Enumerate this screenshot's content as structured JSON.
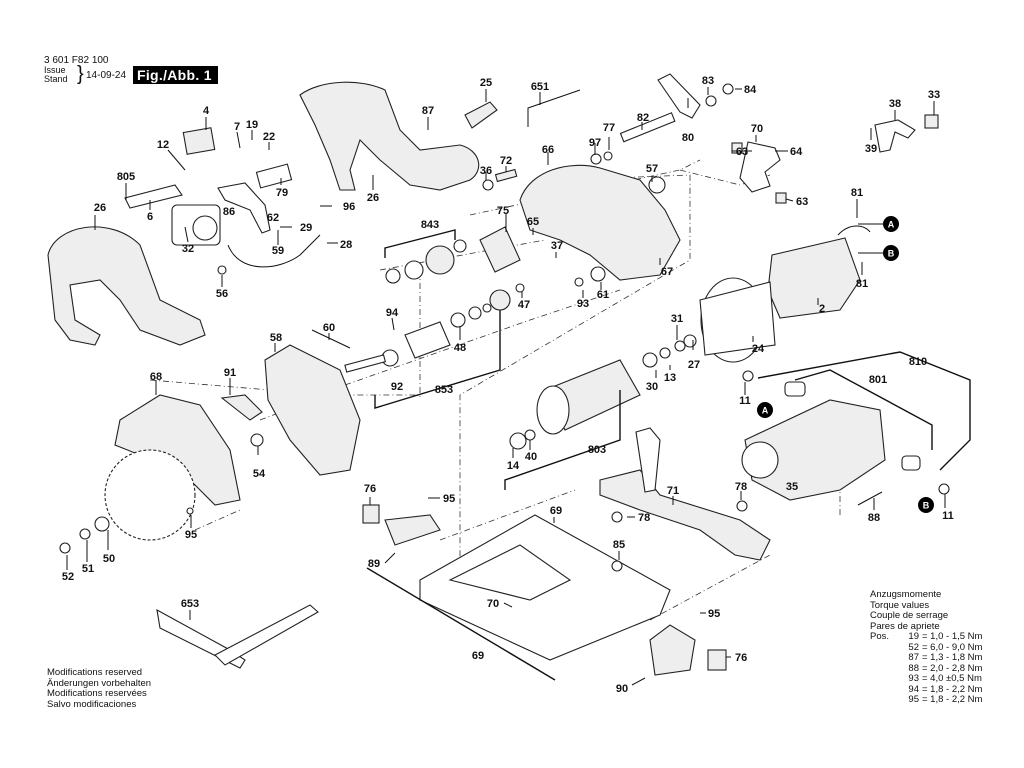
{
  "header": {
    "doc_number": "3 601 F82 100",
    "issue_label": "Issue",
    "stand_label": "Stand",
    "brace": "}",
    "date": "14-09-24",
    "figure_label": "Fig./Abb. 1"
  },
  "modifications_note": [
    "Modifications reserved",
    "Änderungen vorbehalten",
    "Modifications reservées",
    "Salvo modificaciones"
  ],
  "torque_table": {
    "titles": [
      "Anzugsmomente",
      "Torque values",
      "Couple de serrage",
      "Pares de apriete"
    ],
    "pos_label": "Pos.",
    "rows": [
      {
        "pos": "19",
        "value": "= 1,0 - 1,5 Nm"
      },
      {
        "pos": "52",
        "value": "= 6,0 - 9,0 Nm"
      },
      {
        "pos": "87",
        "value": "= 1,3 - 1,8 Nm"
      },
      {
        "pos": "88",
        "value": "= 2,0 - 2,8 Nm"
      },
      {
        "pos": "93",
        "value": "= 4,0 ±0,5 Nm"
      },
      {
        "pos": "94",
        "value": "= 1,8 - 2,2 Nm"
      },
      {
        "pos": "95",
        "value": "= 1,8 - 2,2 Nm"
      }
    ]
  },
  "connectors": {
    "a": "A",
    "b": "B"
  },
  "labels": {
    "p4": "4",
    "p7": "7",
    "p19": "19",
    "p22": "22",
    "p12": "12",
    "p805": "805",
    "p6": "6",
    "p79": "79",
    "p86": "86",
    "p62": "62",
    "p96": "96",
    "p29": "29",
    "p28": "28",
    "p32": "32",
    "p59": "59",
    "p56": "56",
    "p26a": "26",
    "p26b": "26",
    "p87": "87",
    "p25": "25",
    "p651": "651",
    "p36": "36",
    "p72": "72",
    "p66": "66",
    "p97": "97",
    "p77": "77",
    "p82": "82",
    "p80": "80",
    "p83": "83",
    "p84": "84",
    "p57": "57",
    "p70a": "70",
    "p63a": "63",
    "p64": "64",
    "p63b": "63",
    "p38": "38",
    "p33": "33",
    "p39": "39",
    "p81a": "81",
    "p81b": "81",
    "p843": "843",
    "p75": "75",
    "p65": "65",
    "p37": "37",
    "p67": "67",
    "p93": "93",
    "p61": "61",
    "p47": "47",
    "p94": "94",
    "p48": "48",
    "p92": "92",
    "p853": "853",
    "p58": "58",
    "p60": "60",
    "p91": "91",
    "p68": "68",
    "p54": "54",
    "p95a": "95",
    "p50": "50",
    "p51": "51",
    "p52": "52",
    "p31": "31",
    "p27": "27",
    "p24": "24",
    "p2": "2",
    "p30": "30",
    "p13": "13",
    "p803": "803",
    "p14": "14",
    "p40": "40",
    "p810": "810",
    "p801": "801",
    "p11a": "11",
    "p11b": "11",
    "p35": "35",
    "p88": "88",
    "p78a": "78",
    "p78b": "78",
    "p71": "71",
    "p76a": "76",
    "p95b": "95",
    "p89": "89",
    "p69a": "69",
    "p69b": "69",
    "p85": "85",
    "p70b": "70",
    "p95c": "95",
    "p76b": "76",
    "p90": "90",
    "p653": "653"
  }
}
